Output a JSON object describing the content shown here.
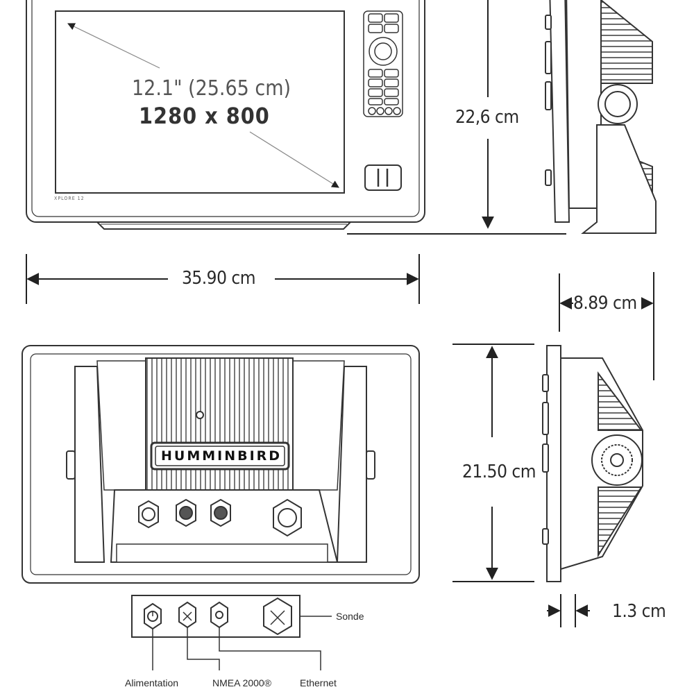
{
  "screen": {
    "size_label": "12.1\" (25.65 cm)",
    "resolution_label": "1280 x 800",
    "model_label": "XPLORE 12"
  },
  "dimensions": {
    "width": "35.90 cm",
    "height_front": "22,6 cm",
    "depth": "8.89 cm",
    "height_rear": "21.50 cm",
    "bezel": "1.3 cm"
  },
  "rear": {
    "brand": "HUMMINBIRD"
  },
  "connectors": {
    "sonar": "Sonde",
    "power": "Alimentation",
    "nmea": "NMEA 2000®",
    "ethernet": "Ethernet"
  },
  "colors": {
    "line": "#333333",
    "dark": "#1a1a1a"
  }
}
